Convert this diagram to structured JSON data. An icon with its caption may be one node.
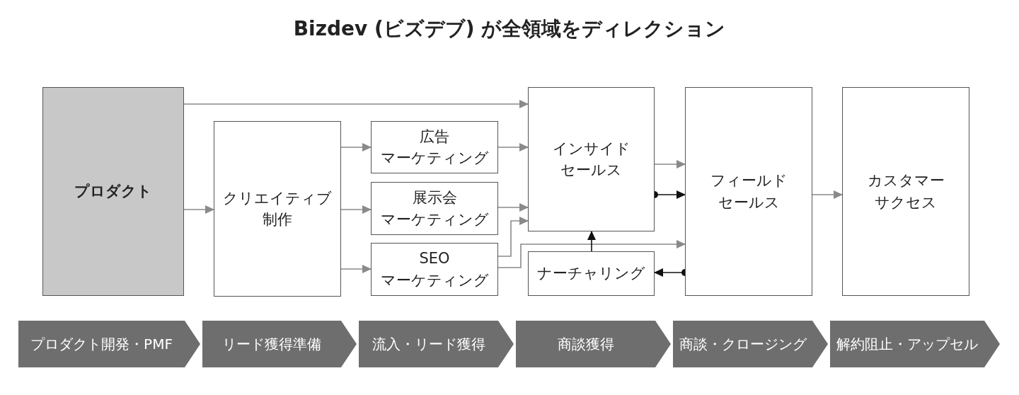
{
  "diagram": {
    "title": "Bizdev (ビズデブ) が全領域をディレクション",
    "nodes": [
      {
        "text": [
          "プロダクト"
        ]
      },
      {
        "text": [
          "クリエイティブ制作"
        ]
      },
      {
        "text": [
          "広告",
          "マーケティング"
        ]
      },
      {
        "text": [
          "展示会",
          "マーケティング"
        ]
      },
      {
        "text": [
          "SEO",
          "マーケティング"
        ]
      },
      {
        "text": [
          "インサイドセールス"
        ]
      },
      {
        "text": [
          "ナーチャリング"
        ]
      },
      {
        "text": [
          "フィールドセールス"
        ]
      },
      {
        "text": [
          "カスタマーサクセス"
        ]
      },
      {
        "text": [
          "プロダクト開発・PMF"
        ]
      },
      {
        "text": [
          "リード獲得準備"
        ]
      },
      {
        "text": [
          "流入・リード獲得"
        ]
      },
      {
        "text": [
          "商談獲得"
        ]
      },
      {
        "text": [
          "商談・クロージング"
        ]
      },
      {
        "text": [
          "解約阻止・アップセル"
        ]
      }
    ],
    "edges": [
      {
        "from": 0,
        "to": 5,
        "arrow": "to"
      },
      {
        "from": 0,
        "to": 1,
        "arrow": "to"
      },
      {
        "from": 1,
        "to": 2,
        "arrow": "to"
      },
      {
        "from": 1,
        "to": 3,
        "arrow": "to"
      },
      {
        "from": 1,
        "to": 4,
        "arrow": "to"
      },
      {
        "from": 2,
        "to": 5,
        "arrow": "to"
      },
      {
        "from": 3,
        "to": 5,
        "arrow": "to"
      },
      {
        "from": 4,
        "to": 5,
        "arrow": "to"
      },
      {
        "from": 4,
        "to": 7,
        "arrow": "to"
      },
      {
        "from": 5,
        "to": 7,
        "arrow": "to"
      },
      {
        "from": 5,
        "to": 7,
        "arrow": "to",
        "color": "#111111"
      },
      {
        "from": 6,
        "to": 5,
        "arrow": "to",
        "color": "#111111"
      },
      {
        "from": 7,
        "to": 6,
        "arrow": "to",
        "color": "#111111"
      },
      {
        "from": 7,
        "to": 8,
        "arrow": "to"
      }
    ]
  }
}
